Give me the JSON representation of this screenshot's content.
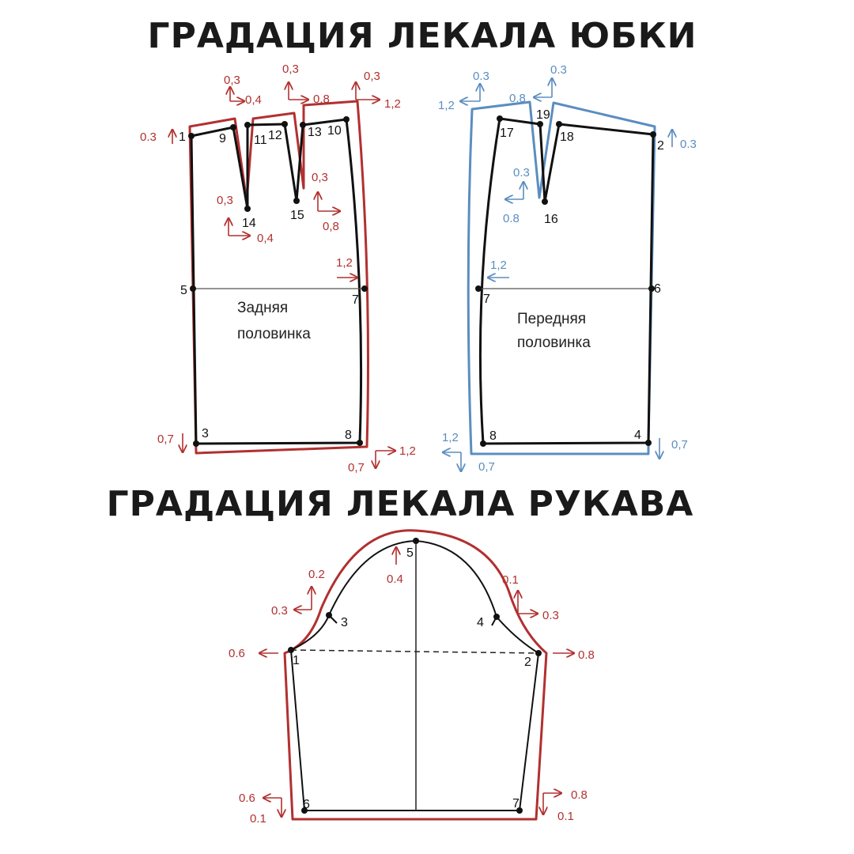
{
  "titles": {
    "skirt": "ГРАДАЦИЯ ЛЕКАЛА ЮБКИ",
    "sleeve": "ГРАДАЦИЯ ЛЕКАЛА РУКАВА"
  },
  "colors": {
    "base_outline": "#111111",
    "graded_back": "#b23030",
    "graded_front": "#5b8dc0",
    "guide_line": "#555555"
  },
  "skirt_back": {
    "label_line1": "Задняя",
    "label_line2": "половинка",
    "points": [
      "1",
      "9",
      "11",
      "12",
      "13",
      "10",
      "14",
      "15",
      "5",
      "7",
      "3",
      "8"
    ],
    "shifts": {
      "p1_up": "0.3",
      "dart1_left_up": "0,3",
      "dart1_left_right": "0,4",
      "dart1_right_up": "0,3",
      "dart1_right_right": "0,8",
      "p10_up": "0,3",
      "p10_right": "1,2",
      "p14_up": "0,3",
      "p14_right": "0,4",
      "p15_up": "0,3",
      "p15_right": "0,8",
      "p7_right": "1,2",
      "p3_down": "0,7",
      "p8_right": "1,2",
      "p8_down": "0,7"
    }
  },
  "skirt_front": {
    "label_line1": "Передняя",
    "label_line2": "половинка",
    "points": [
      "17",
      "19",
      "18",
      "2",
      "16",
      "7",
      "6",
      "8",
      "4"
    ],
    "shifts": {
      "p17_up": "0.3",
      "p17_left": "1,2",
      "p19_up": "0.3",
      "p19_left": "0.8",
      "p2_up": "0.3",
      "p16_up": "0.3",
      "p16_left": "0.8",
      "p7_left": "1,2",
      "p8_left": "1,2",
      "p8_down": "0,7",
      "p4_down": "0,7"
    }
  },
  "sleeve": {
    "points": [
      "5",
      "3",
      "4",
      "1",
      "2",
      "6",
      "7"
    ],
    "shifts": {
      "p5_up": "0.4",
      "p3_up": "0.2",
      "p3_left": "0.3",
      "p4_up": "0.1",
      "p4_right": "0.3",
      "p1_left": "0.6",
      "p2_right": "0.8",
      "p6_left": "0.6",
      "p6_down": "0.1",
      "p7_right": "0.8",
      "p7_down": "0.1"
    }
  }
}
